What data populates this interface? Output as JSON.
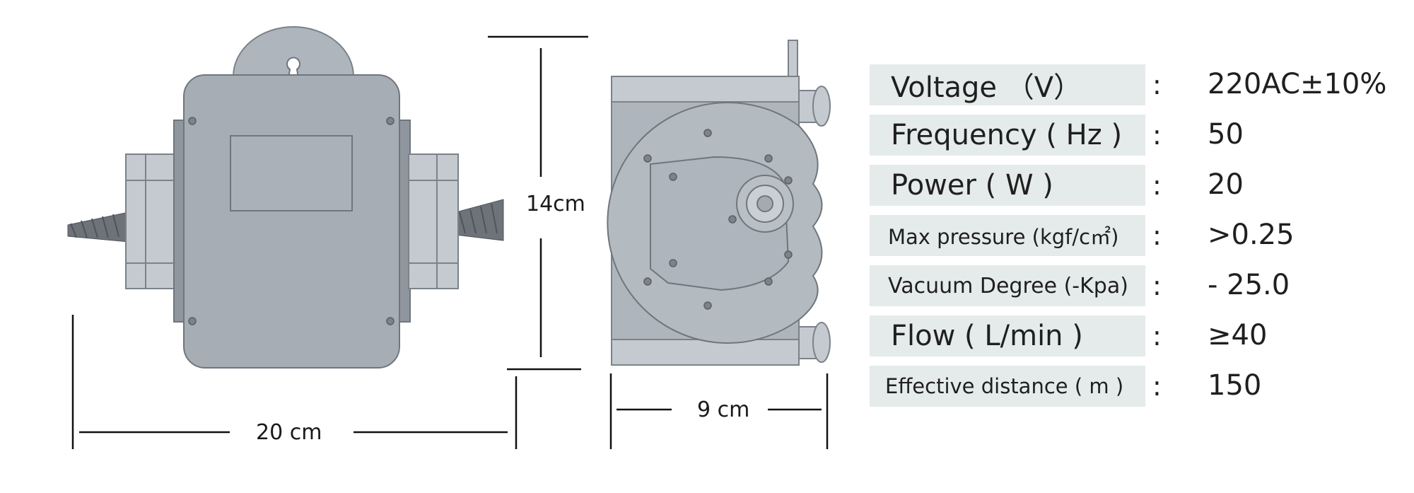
{
  "dimensions": {
    "width_label": "20 cm",
    "height_label": "14cm",
    "depth_label": "9 cm"
  },
  "specs": [
    {
      "label": "Voltage （V）",
      "colon": ":",
      "value": "220AC±10%"
    },
    {
      "label": "Frequency ( Hz )",
      "colon": ":",
      "value": "50"
    },
    {
      "label": "Power ( W )",
      "colon": ":",
      "value": "20"
    },
    {
      "label": "Max pressure (kgf/c㎡)",
      "colon": ":",
      "value": ">0.25"
    },
    {
      "label": "Vacuum Degree (-Kpa)",
      "colon": ":",
      "value": "- 25.0"
    },
    {
      "label": "Flow ( L/min )",
      "colon": ":",
      "value": "≥40"
    },
    {
      "label": "Effective distance ( m )",
      "colon": ":",
      "value": "150"
    }
  ]
}
